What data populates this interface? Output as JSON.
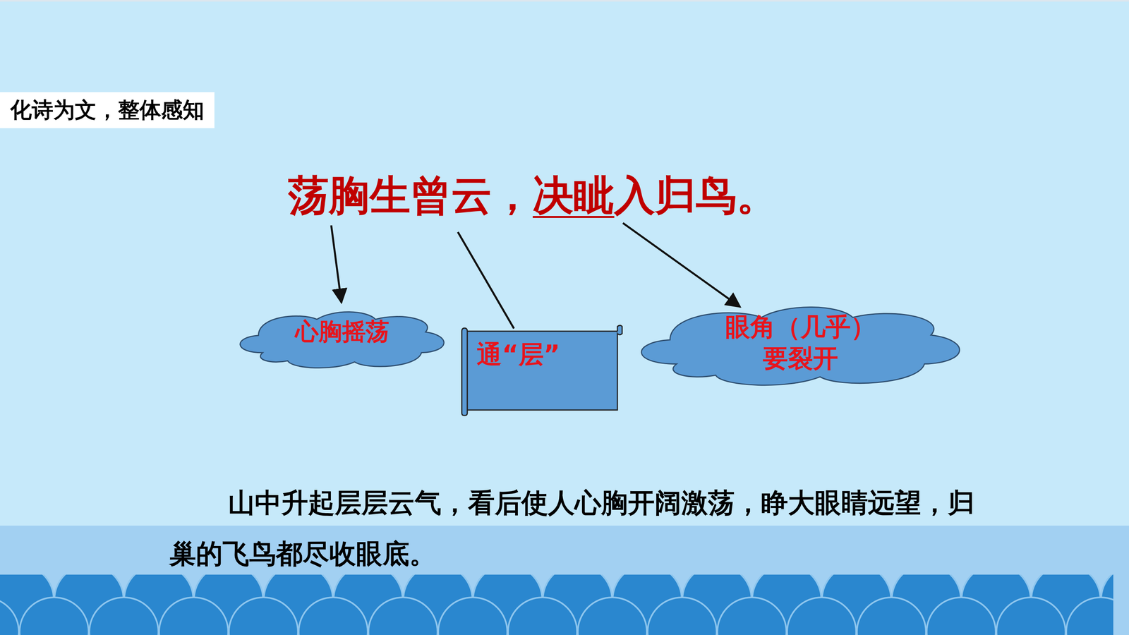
{
  "diagram": {
    "title": "化诗为文，整体感知",
    "nodes": [
      {
        "text": [
          "心胸摇荡"
        ]
      },
      {
        "text": [
          "通“层”"
        ]
      },
      {
        "text": [
          "眼角（几乎） 要裂开"
        ]
      }
    ],
    "labels": [
      "荡胸生曾云，决眦入归鸟。",
      "山中升起层层云气，看后使人心胸开阔激荡，睁大眼睛远望，归巢的飞鸟都尽收眼底。"
    ]
  }
}
